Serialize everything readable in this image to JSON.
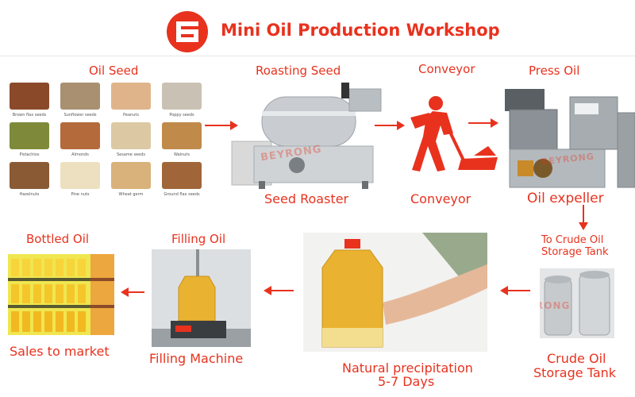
{
  "title": "Mini Oil Production Workshop",
  "colors": {
    "accent": "#e8321e",
    "oil": "#e9b230"
  },
  "steps": {
    "oil_seed": {
      "label": "Oil Seed"
    },
    "roasting": {
      "label": "Roasting Seed",
      "caption": "Seed Roaster"
    },
    "conveyor": {
      "label": "Conveyor",
      "caption": "Conveyor"
    },
    "press": {
      "label": "Press Oil",
      "caption": "Oil expeller"
    },
    "crude_tank_top": {
      "line1": "To Crude Oil",
      "line2": "Storage Tank"
    },
    "crude_tank": {
      "line1": "Crude Oil",
      "line2": "Storage Tank"
    },
    "precipitation": {
      "line1": "Natural precipitation",
      "line2": "5-7 Days"
    },
    "filling": {
      "label": "Filling Oil",
      "caption": "Filling Machine"
    },
    "bottled": {
      "label": "Bottled Oil",
      "caption": "Sales to market"
    }
  },
  "seeds": [
    "Brown flax seeds",
    "Sunflower seeds",
    "Peanuts",
    "Poppy seeds",
    "Pistachios",
    "Almonds",
    "Sesame seeds",
    "Walnuts",
    "Hazelnuts",
    "Pine nuts",
    "Wheat germ",
    "Ground flax seeds"
  ],
  "watermark": "BEYRONG"
}
